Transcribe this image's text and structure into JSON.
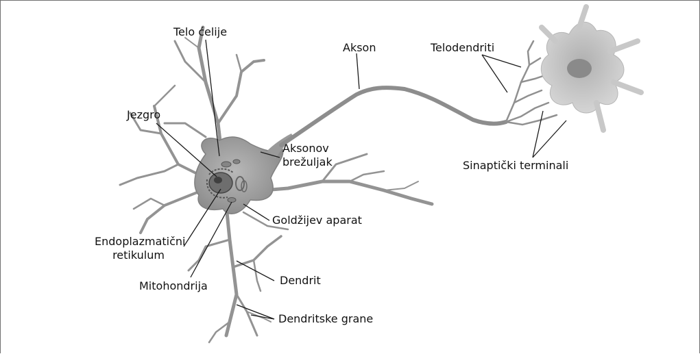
{
  "labels": {
    "telo_celije": "Telo ćelije",
    "akson": "Akson",
    "telodendriti": "Telodendriti",
    "jezgro": "Jezgro",
    "aksonov_brezuljak_1": "Aksonov",
    "aksonov_brezuljak_2": "brežuljak",
    "sinapticki_terminali": "Sinaptički terminali",
    "goldzijev_aparat": "Goldžijev aparat",
    "endoplazmaticni_1": "Endoplazmatični",
    "endoplazmaticni_2": "retikulum",
    "mitohondrija": "Mitohondrija",
    "dendrit": "Dendrit",
    "dendritske_grane": "Dendritske grane"
  },
  "colors": {
    "cell_fill": "#9a9a9a",
    "cell_edge": "#7d7d7d",
    "dendrite": "#8f8f8f",
    "nucleus": "#6e6e6e",
    "leader_line": "#1a1a1a"
  }
}
